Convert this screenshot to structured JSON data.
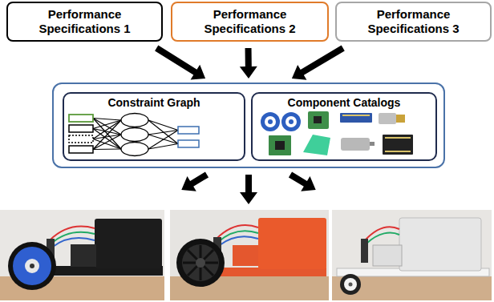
{
  "diagram": {
    "nodes": [
      {
        "text": [
          "Performance Specifications 1"
        ]
      },
      {
        "text": [
          "Performance Specifications 2"
        ]
      },
      {
        "text": [
          "Performance Specifications 3"
        ]
      },
      {
        "text": []
      },
      {
        "text": [
          "Constraint Graph"
        ],
        "in": 3
      },
      {
        "text": [
          "Component Catalogs"
        ],
        "in": 3
      }
    ],
    "edges": [
      {
        "from": 0,
        "to": 3,
        "arrow": "to"
      },
      {
        "from": 1,
        "to": 3,
        "arrow": "to"
      },
      {
        "from": 2,
        "to": 3,
        "arrow": "to"
      }
    ]
  }
}
